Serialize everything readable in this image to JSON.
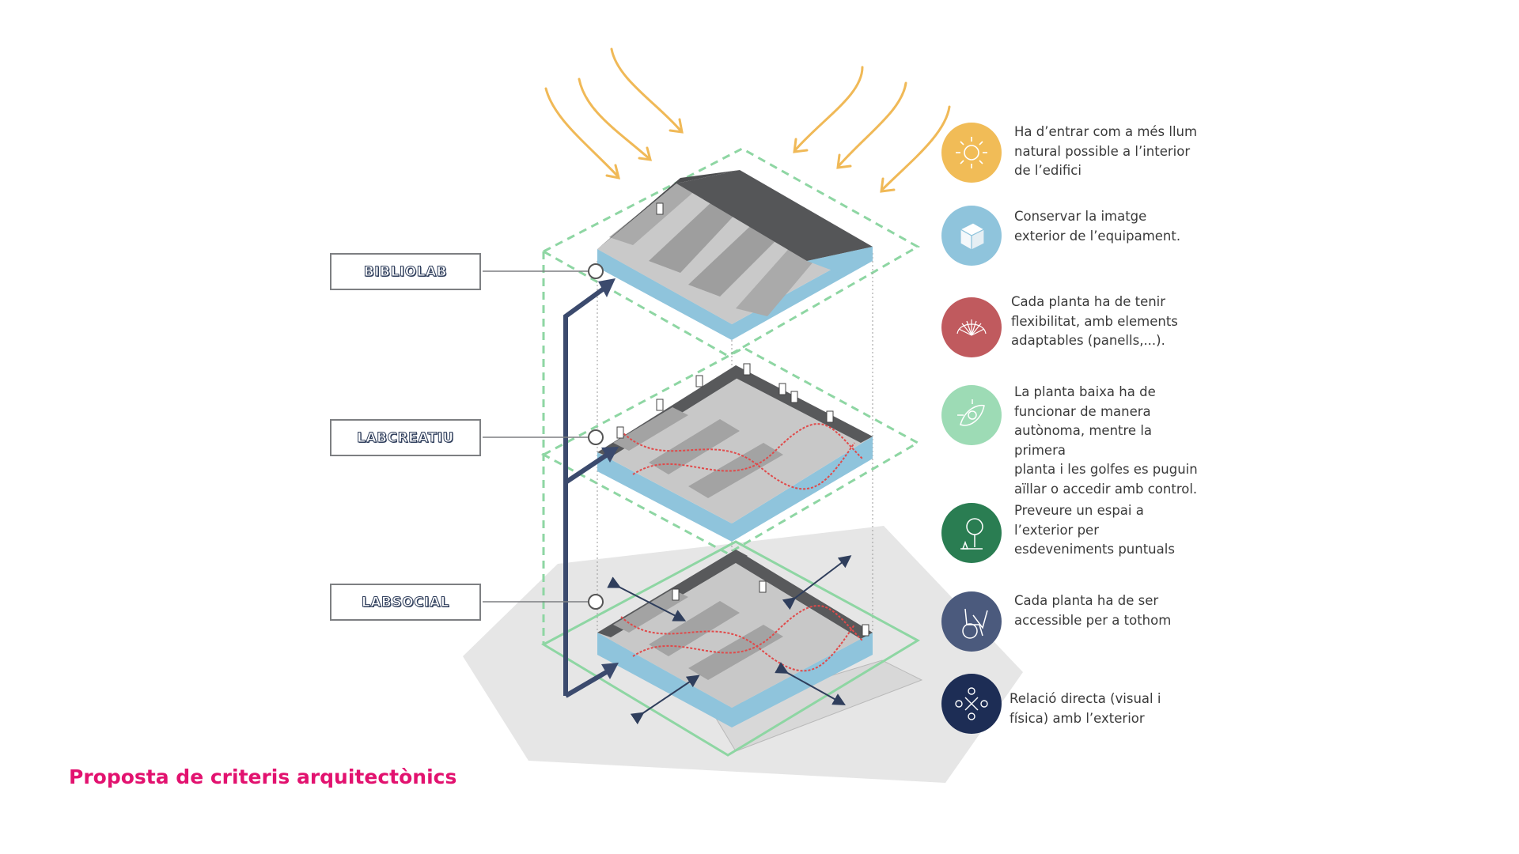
{
  "floors": [
    {
      "label": "BIBLIOLAB"
    },
    {
      "label": "LABCREATIU"
    },
    {
      "label": "LABSOCIAL"
    }
  ],
  "criteria": [
    {
      "icon": "sun-icon",
      "color": "#f1bc57",
      "text": "Ha d’entrar com a més llum\nnatural possible a l’interior\nde l’edifici"
    },
    {
      "icon": "cube-icon",
      "color": "#8fc4dc",
      "text": "Conservar la imatge\nexterior de l’equipament."
    },
    {
      "icon": "folding-fan-icon",
      "color": "#c05a5e",
      "text": "Cada planta ha de tenir\nflexibilitat, amb elements\nadaptables (panells,...)."
    },
    {
      "icon": "eye-compass-icon",
      "color": "#9ddbb5",
      "text": "La planta baixa ha de\nfuncionar de manera\nautònoma, mentre la primera\nplanta i les golfes es puguin\naïllar o accedir amb control."
    },
    {
      "icon": "tree-icon",
      "color": "#2a7d52",
      "text": "Preveure un espai a\nl’exterior per\nesdeveniments puntuals"
    },
    {
      "icon": "wheelchair-icon",
      "color": "#4b5a7d",
      "text": "Cada planta ha de ser\naccessible per a tothom"
    },
    {
      "icon": "outward-arrows-icon",
      "color": "#1d2d55",
      "text": "Relació directa (visual i\nfísica) amb l’exterior"
    }
  ],
  "caption": "Proposta de criteris arquitectònics",
  "colors": {
    "sunlight_arrows": "#f0b957",
    "slab_edge": "#8fc4dc",
    "dashed_outline": "#8ed6a3",
    "circulation_arrow": "#3b4a6d",
    "flexible_lines": "#e04a4a",
    "site_ground": "#e4e4e4",
    "walls": "#58595b"
  }
}
